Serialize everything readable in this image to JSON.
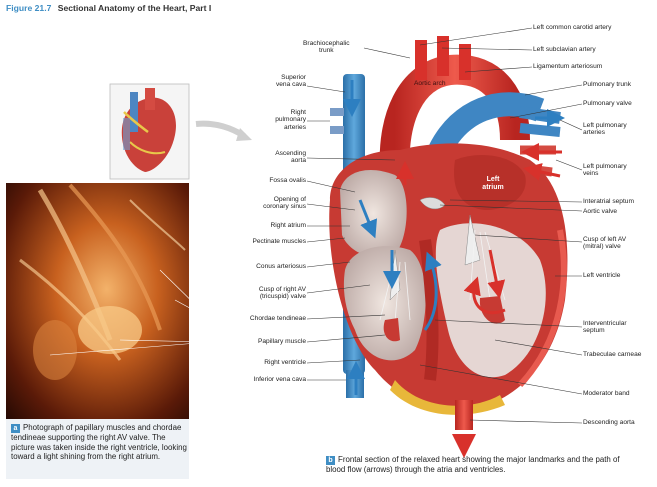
{
  "figure": {
    "number": "Figure 21.7",
    "title": "Sectional Anatomy of the Heart, Part I"
  },
  "labels_left": [
    {
      "key": "brachiocephalic",
      "text": "Brachiocephalic\ntrunk"
    },
    {
      "key": "superior_vena_cava",
      "text": "Superior\nvena cava"
    },
    {
      "key": "right_pulmonary_arteries",
      "text": "Right\npulmonary\narteries"
    },
    {
      "key": "ascending_aorta",
      "text": "Ascending\naorta"
    },
    {
      "key": "fossa_ovalis",
      "text": "Fossa ovalis"
    },
    {
      "key": "opening_coronary_sinus",
      "text": "Opening of\ncoronary sinus"
    },
    {
      "key": "right_atrium",
      "text": "Right atrium"
    },
    {
      "key": "pectinate_muscles",
      "text": "Pectinate muscles"
    },
    {
      "key": "conus_arteriosus",
      "text": "Conus arteriosus"
    },
    {
      "key": "cusp_right_av",
      "text": "Cusp of right AV\n(tricuspid) valve"
    },
    {
      "key": "chordae_tendineae",
      "text": "Chordae tendineae"
    },
    {
      "key": "papillary_muscle",
      "text": "Papillary muscle"
    },
    {
      "key": "right_ventricle",
      "text": "Right ventricle"
    },
    {
      "key": "inferior_vena_cava",
      "text": "Inferior vena cava"
    }
  ],
  "labels_right": [
    {
      "key": "left_common_carotid",
      "text": "Left common carotid artery"
    },
    {
      "key": "left_subclavian",
      "text": "Left subclavian artery"
    },
    {
      "key": "ligamentum",
      "text": "Ligamentum arteriosum"
    },
    {
      "key": "pulmonary_trunk",
      "text": "Pulmonary trunk"
    },
    {
      "key": "pulmonary_valve",
      "text": "Pulmonary valve"
    },
    {
      "key": "left_pulmonary_arteries",
      "text": "Left pulmonary\narteries"
    },
    {
      "key": "left_pulmonary_veins",
      "text": "Left pulmonary\nveins"
    },
    {
      "key": "interatrial_septum",
      "text": "Interatrial septum"
    },
    {
      "key": "aortic_valve",
      "text": "Aortic valve"
    },
    {
      "key": "cusp_left_av",
      "text": "Cusp of left AV\n(mitral) valve"
    },
    {
      "key": "left_ventricle",
      "text": "Left ventricle"
    },
    {
      "key": "interventricular_septum",
      "text": "Interventricular\nseptum"
    },
    {
      "key": "trabeculae_carneae",
      "text": "Trabeculae carneae"
    },
    {
      "key": "moderator_band",
      "text": "Moderator band"
    },
    {
      "key": "descending_aorta",
      "text": "Descending aorta"
    }
  ],
  "labels_inside": {
    "aortic_arch": "Aortic arch",
    "left_atrium": "Left\natrium"
  },
  "captions": {
    "a_badge": "a",
    "a_text": "Photograph of papillary muscles and chordae tendineae supporting the right AV valve. The picture was taken inside the right ventricle, looking toward a light shining from the right atrium.",
    "b_badge": "b",
    "b_text": "Frontal section of the relaxed heart showing the major landmarks and the path of blood flow (arrows) through the atria and ventricles."
  },
  "colors": {
    "accent": "#3f8ec4",
    "oxygenated": "#d8312b",
    "deoxygenated": "#3a86c4",
    "myocardium": "#c73a33"
  }
}
